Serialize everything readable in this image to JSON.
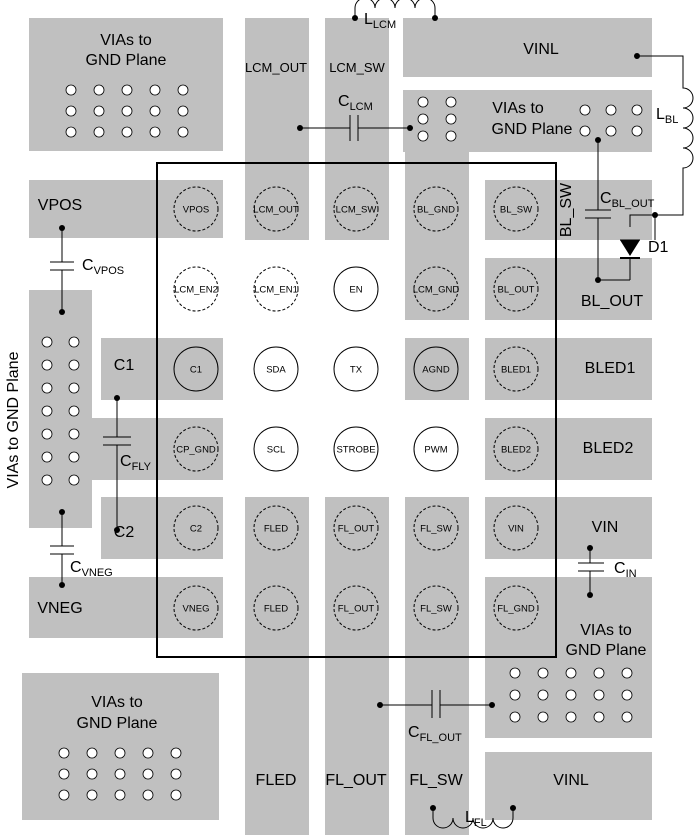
{
  "pads": {
    "vias_top_left": {
      "line1": "VIAs to",
      "line2": "GND Plane"
    },
    "vias_right_top": {
      "line1": "VIAs to",
      "line2": "GND Plane"
    },
    "vias_left_vertical": "VIAs to GND Plane",
    "vias_right_bottom": {
      "line1": "VIAs to",
      "line2": "GND Plane"
    },
    "vias_bottom_left": {
      "line1": "VIAs to",
      "line2": "GND Plane"
    },
    "vinl_top": "VINL",
    "vinl_bottom": "VINL",
    "vpos": "VPOS",
    "vneg": "VNEG",
    "c1": "C1",
    "c2": "C2",
    "bl_out": "BL_OUT",
    "bled1": "BLED1",
    "bled2": "BLED2",
    "vin": "VIN",
    "bl_sw": "BL_SW",
    "lcm_out": "LCM_OUT",
    "lcm_sw": "LCM_SW",
    "fled": "FLED",
    "fl_out": "FL_OUT",
    "fl_sw": "FL_SW"
  },
  "components": {
    "l_lcm": {
      "base": "L",
      "sub": "LCM"
    },
    "c_lcm": {
      "base": "C",
      "sub": "LCM"
    },
    "l_bl": {
      "base": "L",
      "sub": "BL"
    },
    "c_bl_out": {
      "base": "C",
      "sub": "BL_OUT"
    },
    "d1": "D1",
    "c_vpos": {
      "base": "C",
      "sub": "VPOS"
    },
    "c_fly": {
      "base": "C",
      "sub": "FLY"
    },
    "c_vneg": {
      "base": "C",
      "sub": "VNEG"
    },
    "c_in": {
      "base": "C",
      "sub": "IN"
    },
    "c_fl_out": {
      "base": "C",
      "sub": "FL_OUT"
    },
    "l_fl": {
      "base": "L",
      "sub": "FL"
    }
  },
  "balls": [
    [
      "VPOS",
      "LCM_OUT",
      "LCM_SW",
      "BL_GND",
      "BL_SW"
    ],
    [
      "LCM_EN2",
      "LCM_EN1",
      "EN",
      "LCM_GND",
      "BL_OUT"
    ],
    [
      "C1",
      "SDA",
      "TX",
      "AGND",
      "BLED1"
    ],
    [
      "CP_GND",
      "SCL",
      "STROBE",
      "PWM",
      "BLED2"
    ],
    [
      "C2",
      "FLED",
      "FL_OUT",
      "FL_SW",
      "VIN"
    ],
    [
      "VNEG",
      "FLED",
      "FL_OUT",
      "FL_SW",
      "FL_GND"
    ]
  ],
  "colors": {
    "pad": "#c0c0c0",
    "line": "#000000",
    "via": "#ffffff"
  }
}
